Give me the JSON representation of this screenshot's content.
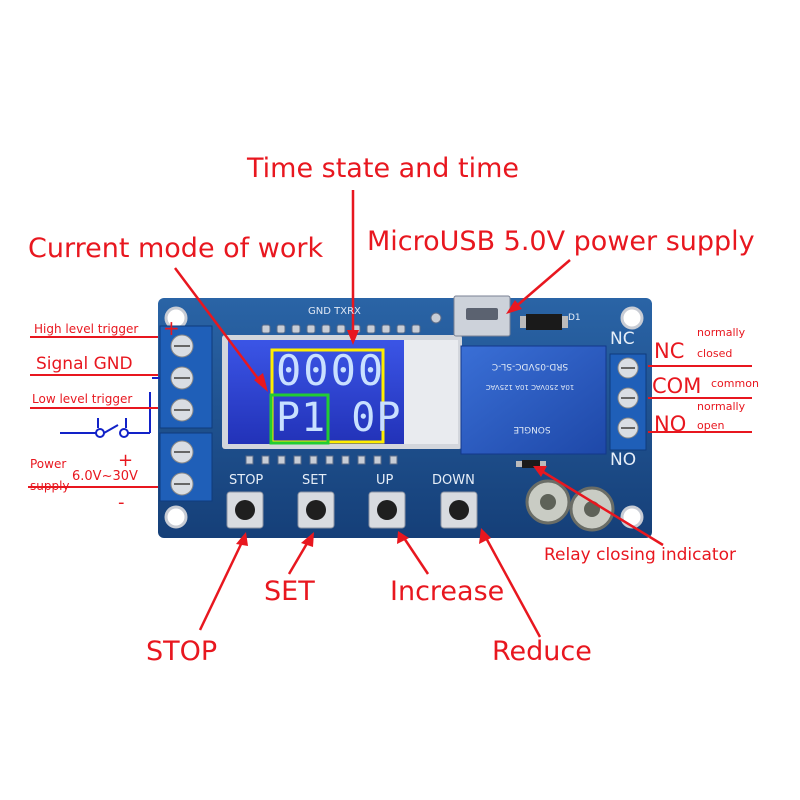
{
  "annotations": {
    "time_state": "Time state and time",
    "current_mode": "Current mode of work",
    "usb_power": "MicroUSB 5.0V power supply",
    "high_trigger": "High level trigger",
    "signal_gnd": "Signal GND",
    "low_trigger": "Low level trigger",
    "power_supply_a": "Power",
    "power_supply_b": "supply",
    "voltage_range": "6.0V~30V",
    "plus": "+",
    "minus": "-",
    "nc": "NC",
    "nc_desc_a": "normally",
    "nc_desc_b": "closed",
    "com": "COM",
    "com_desc": "common",
    "no": "NO",
    "no_desc_a": "normally",
    "no_desc_b": "open",
    "relay_indicator": "Relay closing indicator",
    "set": "SET",
    "increase": "Increase",
    "stop": "STOP",
    "reduce": "Reduce"
  },
  "board": {
    "header_pins": "GND TXRX",
    "lcd_top": "0000",
    "lcd_bottom": "P1 0P",
    "btn_stop": "STOP",
    "btn_set": "SET",
    "btn_up": "UP",
    "btn_down": "DOWN",
    "nc_silk": "NC",
    "no_silk": "NO",
    "d1": "D1",
    "relay_model": "SRD-05VDC-SL-C",
    "relay_brand": "SONGLE"
  },
  "colors": {
    "annotation": "#e8171f",
    "board": "#1d4e8c",
    "lcd": "#2a3fd0",
    "highlight_yellow": "#ffee00",
    "highlight_green": "#22cc33"
  }
}
